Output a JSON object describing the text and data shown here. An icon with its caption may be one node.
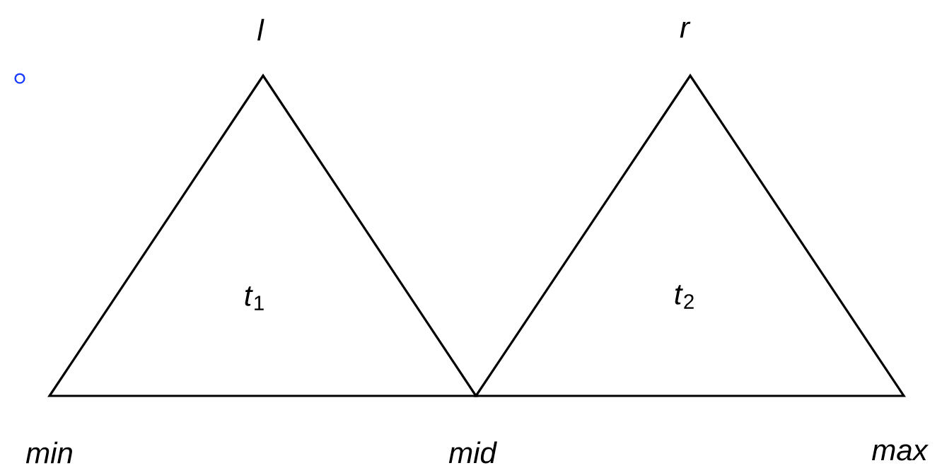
{
  "diagram": {
    "nodes": [
      {
        "text": [
          "*t*$_{1}$"
        ]
      },
      {
        "text": [
          "*t*$_{2}$"
        ]
      }
    ],
    "labels": [
      "l",
      "r",
      "min",
      "mid",
      "max"
    ]
  }
}
